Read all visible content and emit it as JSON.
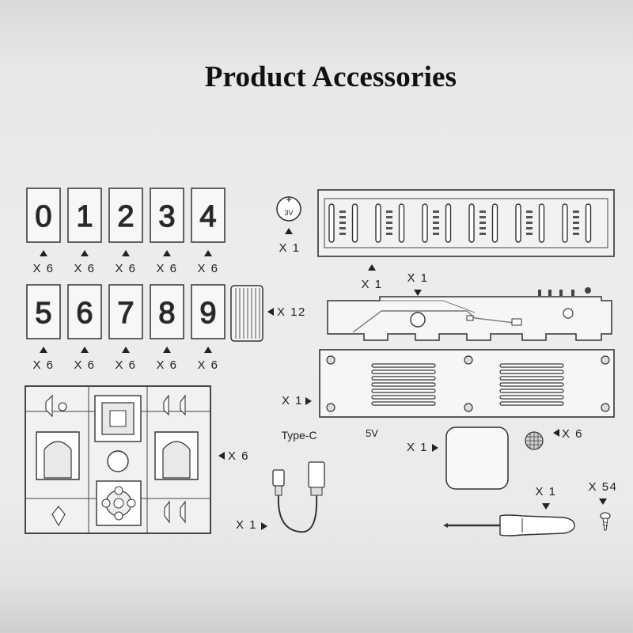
{
  "page": {
    "title": "Product Accessories"
  },
  "digit_cards": [
    {
      "digit": "0",
      "qty": "X 6"
    },
    {
      "digit": "1",
      "qty": "X 6"
    },
    {
      "digit": "2",
      "qty": "X 6"
    },
    {
      "digit": "3",
      "qty": "X 6"
    },
    {
      "digit": "4",
      "qty": "X 6"
    },
    {
      "digit": "5",
      "qty": "X 6"
    },
    {
      "digit": "6",
      "qty": "X 6"
    },
    {
      "digit": "7",
      "qty": "X 6"
    },
    {
      "digit": "8",
      "qty": "X 6"
    },
    {
      "digit": "9",
      "qty": "X 6"
    }
  ],
  "labels": {
    "battery_text": "3V",
    "battery_qty": "X 1",
    "spacer_qty": "X 12",
    "pcb_qty": "X 1",
    "cable_assembly_qty": "X 1",
    "back_cover_qty": "X 1",
    "frame_sprue_qty": "X 6",
    "type_c_label": "Type-C",
    "cable_qty": "X 1",
    "adapter_label": "5V",
    "adapter_qty": "X 1",
    "mesh_qty": "X 6",
    "screwdriver_qty": "X 1",
    "screws_qty": "X 54"
  },
  "colors": {
    "line": "#333333",
    "title": "#111111"
  }
}
